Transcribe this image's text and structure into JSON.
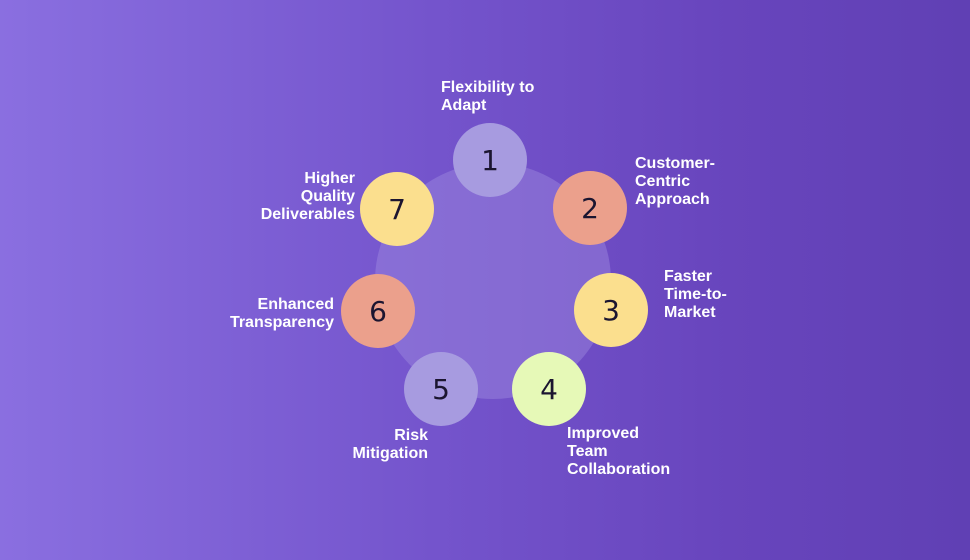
{
  "steps": [
    {
      "number": "1",
      "label": "Flexibility to\nAdapt",
      "color": "#a79be0"
    },
    {
      "number": "2",
      "label": "Customer-\nCentric\nApproach",
      "color": "#eba08c"
    },
    {
      "number": "3",
      "label": "Faster\nTime-to-\nMarket",
      "color": "#fbdf8e"
    },
    {
      "number": "4",
      "label": "Improved\nTeam\nCollaboration",
      "color": "#e6f9b7"
    },
    {
      "number": "5",
      "label": "Risk\nMitigation",
      "color": "#a79be0"
    },
    {
      "number": "6",
      "label": "Enhanced\nTransparency",
      "color": "#eba08c"
    },
    {
      "number": "7",
      "label": "Higher\nQuality\nDeliverables",
      "color": "#fbdf8e"
    }
  ]
}
